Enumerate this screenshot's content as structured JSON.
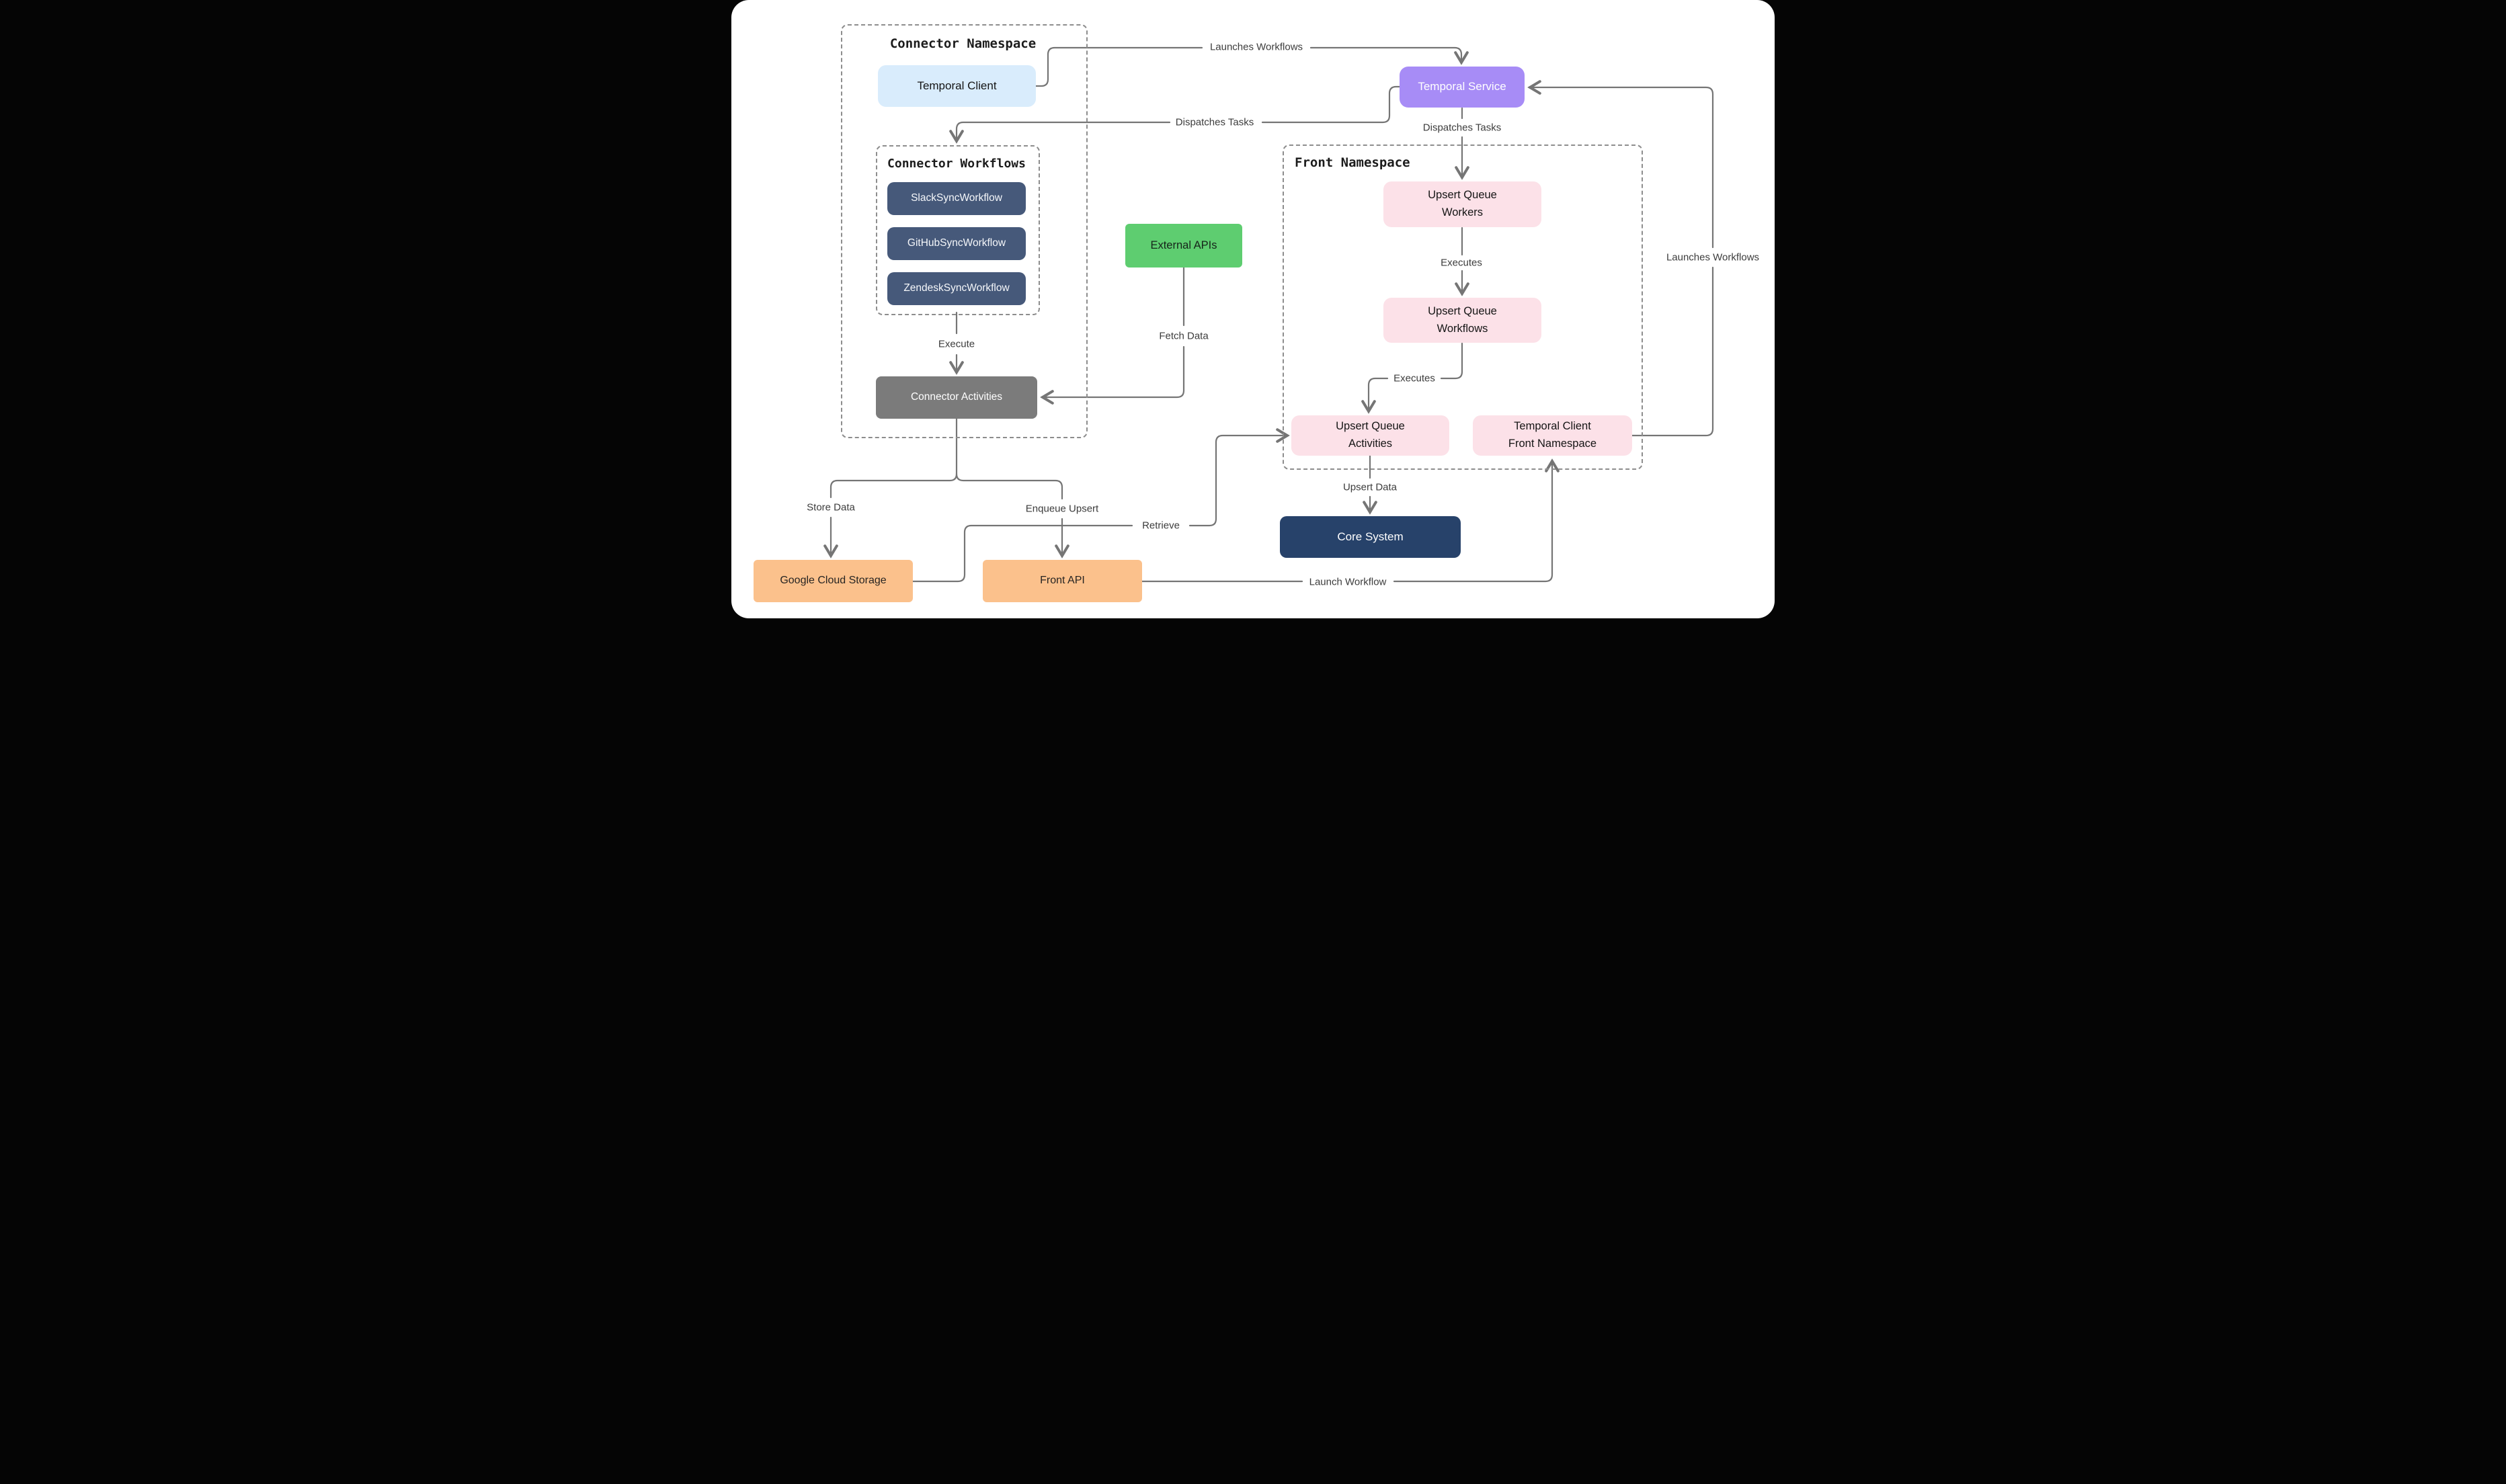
{
  "canvas": {
    "background": "#ffffff",
    "page_background": "#050505",
    "line_color": "#757575",
    "dash_border_color": "#8d8d8d",
    "edge_label_color": "#3c3c3c"
  },
  "groups": {
    "connector_namespace": {
      "title": "Connector Namespace"
    },
    "connector_workflows": {
      "title": "Connector Workflows"
    },
    "front_namespace": {
      "title": "Front Namespace"
    }
  },
  "nodes": {
    "temporal_client": {
      "label": "Temporal Client",
      "bg": "#d9ecfc",
      "fg": "#151515"
    },
    "temporal_service": {
      "label": "Temporal Service",
      "bg": "#a78cf6",
      "fg": "#ffffff"
    },
    "slack_sync_workflow": {
      "label": "SlackSyncWorkflow",
      "bg": "#46597a",
      "fg": "#f5f7fa"
    },
    "github_sync_workflow": {
      "label": "GitHubSyncWorkflow",
      "bg": "#46597a",
      "fg": "#f5f7fa"
    },
    "zendesk_sync_workflow": {
      "label": "ZendeskSyncWorkflow",
      "bg": "#46597a",
      "fg": "#f5f7fa"
    },
    "connector_activities": {
      "label": "Connector Activities",
      "bg": "#7b7b7b",
      "fg": "#ffffff"
    },
    "external_apis": {
      "label": "External APIs",
      "bg": "#5ecd70",
      "fg": "#16241a"
    },
    "upsert_queue_workers": {
      "label": "Upsert Queue Workers",
      "bg": "#fce1e8",
      "fg": "#151515"
    },
    "upsert_queue_workflows": {
      "label": "Upsert Queue Workflows",
      "bg": "#fce1e8",
      "fg": "#151515"
    },
    "upsert_queue_activities": {
      "label": "Upsert Queue Activities",
      "bg": "#fce1e8",
      "fg": "#151515"
    },
    "temporal_client_front_namespace": {
      "label": "Temporal Client Front Namespace",
      "bg": "#fce1e8",
      "fg": "#151515"
    },
    "core_system": {
      "label": "Core System",
      "bg": "#27426a",
      "fg": "#ffffff"
    },
    "google_cloud_storage": {
      "label": "Google Cloud Storage",
      "bg": "#fbc18c",
      "fg": "#262422"
    },
    "front_api": {
      "label": "Front API",
      "bg": "#fbc18c",
      "fg": "#262422"
    }
  },
  "edge_labels": {
    "launches_workflows_top": "Launches Workflows",
    "dispatches_tasks_left": "Dispatches Tasks",
    "dispatches_tasks_right": "Dispatches Tasks",
    "executes_workers": "Executes",
    "executes_workflows": "Executes",
    "fetch_data": "Fetch Data",
    "execute": "Execute",
    "store_data": "Store Data",
    "enqueue_upsert": "Enqueue Upsert",
    "retrieve": "Retrieve",
    "upsert_data": "Upsert Data",
    "launch_workflow": "Launch Workflow",
    "launches_workflows_right": "Launches Workflows"
  }
}
